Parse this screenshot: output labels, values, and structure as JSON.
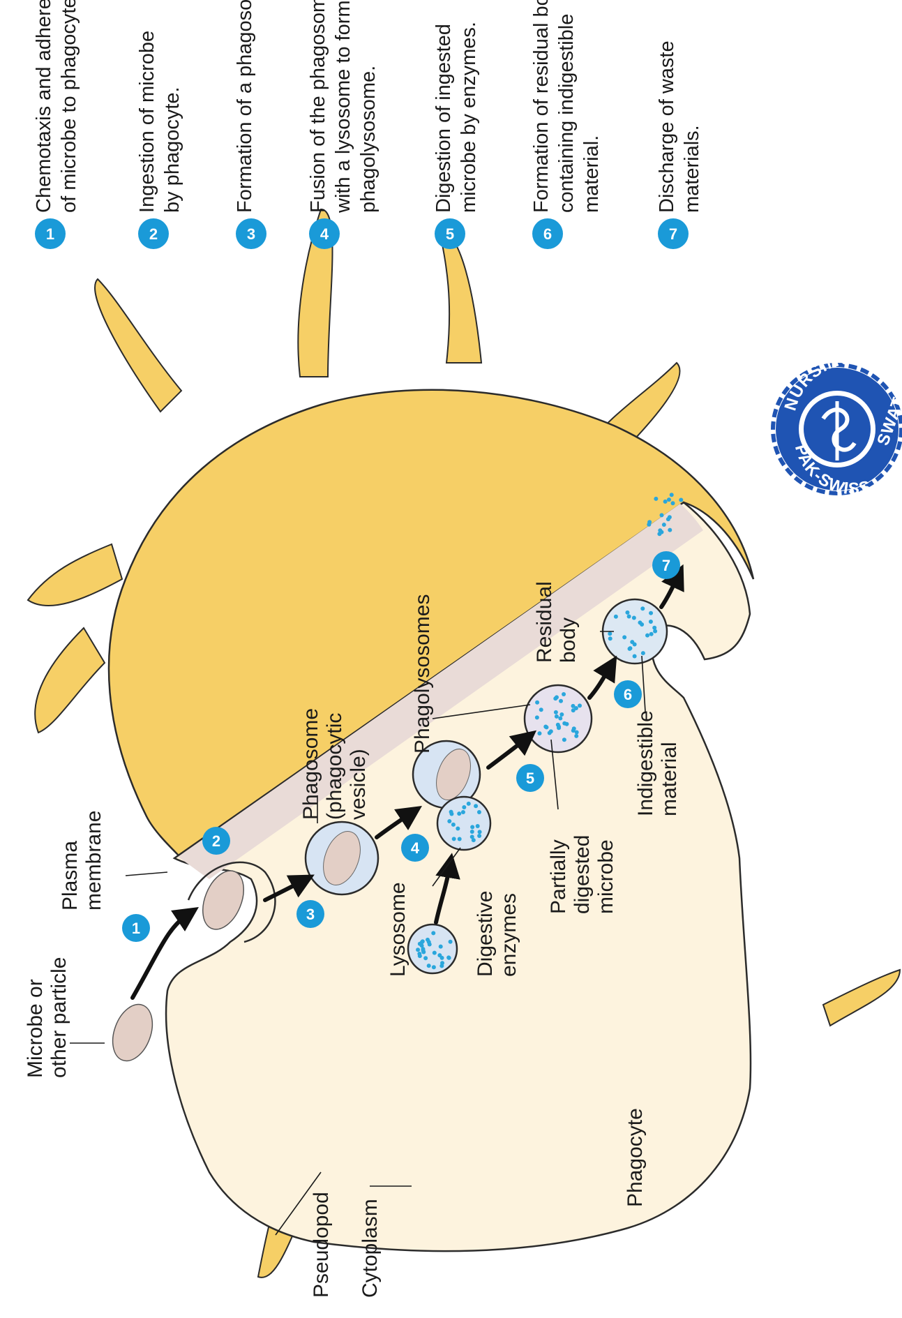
{
  "steps": [
    {
      "number": "1",
      "text_lines": [
        "Chemotaxis and adherence",
        "of microbe to phagocyte."
      ]
    },
    {
      "number": "2",
      "text_lines": [
        "Ingestion of microbe",
        "by phagocyte."
      ]
    },
    {
      "number": "3",
      "text_lines": [
        "Formation of a phagosome."
      ]
    },
    {
      "number": "4",
      "text_lines": [
        "Fusion of the phagosome",
        "with a lysosome to form a",
        "phagolysosome."
      ]
    },
    {
      "number": "5",
      "text_lines": [
        "Digestion of ingested",
        "microbe by enzymes."
      ]
    },
    {
      "number": "6",
      "text_lines": [
        "Formation of residual body",
        "containing indigestible",
        "material."
      ]
    },
    {
      "number": "7",
      "text_lines": [
        "Discharge of waste",
        "materials."
      ]
    }
  ],
  "labels": {
    "microbe": [
      "Microbe or",
      "other particle"
    ],
    "pseudopod": [
      "Pseudopod"
    ],
    "cytoplasm": [
      "Cytoplasm"
    ],
    "plasma_membrane": [
      "Plasma",
      "membrane"
    ],
    "lysosome": [
      "Lysosome"
    ],
    "digestive_enzymes": [
      "Digestive",
      "enzymes"
    ],
    "phagosome": [
      "Phagosome",
      "(phagocytic",
      "vesicle)"
    ],
    "phagolysosomes": [
      "Phagolysosomes"
    ],
    "partially_digested": [
      "Partially",
      "digested",
      "microbe"
    ],
    "indigestible": [
      "Indigestible",
      "material"
    ],
    "residual_body": [
      "Residual",
      "body"
    ],
    "phagocyte": [
      "Phagocyte"
    ]
  },
  "seal": {
    "text_top": "NURSING COLLEGE",
    "text_bottom": "PAK-SWISS",
    "text_side": "SWAT"
  },
  "colors": {
    "cell_body": "#f6cf66",
    "cell_outline": "#2b2b2b",
    "cytoplasm": "#fdf3de",
    "cut_shadow": "#e9dbd7",
    "badge": "#1a9ad8",
    "enzyme_dot": "#2aa6dc",
    "microbe": "#e3cfc6",
    "seal": "#1f54b3"
  }
}
